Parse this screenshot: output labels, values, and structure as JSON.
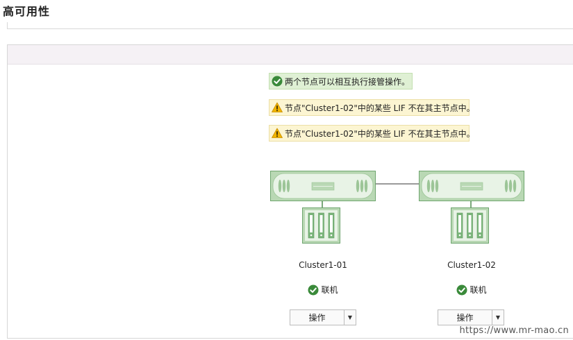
{
  "page": {
    "title": "高可用性"
  },
  "messages": [
    {
      "type": "success",
      "icon": "check-circle-icon",
      "text": "两个节点可以相互执行接管操作。"
    },
    {
      "type": "warning",
      "icon": "warning-icon",
      "text": "节点\"Cluster1-02\"中的某些 LIF 不在其主节点中。"
    },
    {
      "type": "warning",
      "icon": "warning-icon",
      "text": "节点\"Cluster1-02\"中的某些 LIF 不在其主节点中。"
    }
  ],
  "nodes": [
    {
      "name": "Cluster1-01",
      "status": "联机",
      "action_label": "操作"
    },
    {
      "name": "Cluster1-02",
      "status": "联机",
      "action_label": "操作"
    }
  ],
  "colors": {
    "success": "#dff0d4",
    "warning": "#fcf5d2",
    "hardware": "#b9d8b4",
    "hardware_border": "#6ea56e",
    "ok_icon": "#3a8a3a"
  },
  "watermark": "https://www.mr-mao.cn"
}
